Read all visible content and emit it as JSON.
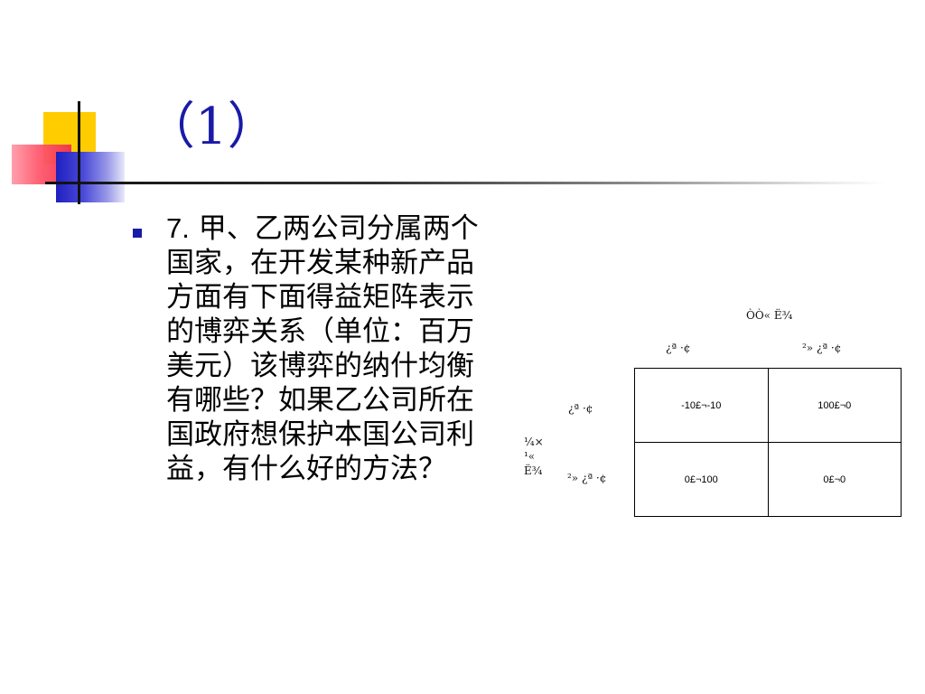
{
  "slide": {
    "title": "（1）",
    "question_number": "7.",
    "question_text": "甲、乙两公司分属两个国家，在开发某种新产品方面有下面得益矩阵表示的博弈关系（单位：百万美元）该博弈的纳什均衡有哪些？如果乙公司所在国政府想保护本国公司利益，有什么好的方法？"
  },
  "matrix": {
    "top_label": "ÒÒ« Ë¾",
    "col_labels": [
      "¿ª ·¢",
      "²» ¿ª ·¢"
    ],
    "row_labels": [
      "¿ª ·¢",
      "²» ¿ª ·¢"
    ],
    "side_label_lines": [
      "¼×",
      "¹«",
      "Ë¾"
    ],
    "cells": [
      [
        "-10£¬-10",
        "100£¬0"
      ],
      [
        "0£¬100",
        "0£¬0"
      ]
    ]
  },
  "colors": {
    "title": "#1a1aa8",
    "bullet": "#1a1aa8",
    "accent_yellow": "#ffcc00",
    "accent_red": "#f0304a",
    "accent_blue": "#1f1fbf"
  }
}
